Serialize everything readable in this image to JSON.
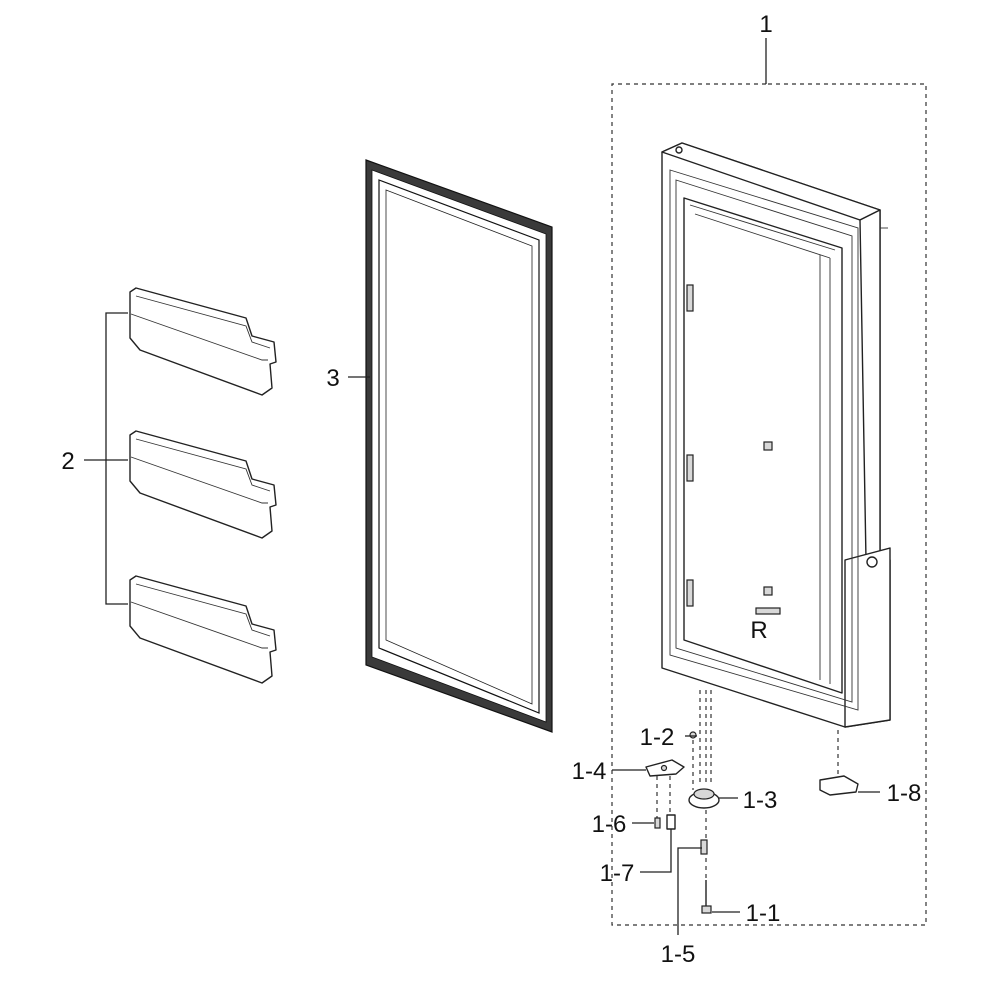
{
  "diagram": {
    "callouts": {
      "c1": "1",
      "c2": "2",
      "c3": "3",
      "c1_1": "1-1",
      "c1_2": "1-2",
      "c1_3": "1-3",
      "c1_4": "1-4",
      "c1_5": "1-5",
      "c1_6": "1-6",
      "c1_7": "1-7",
      "c1_8": "1-8"
    },
    "door_marking": "R",
    "colors": {
      "line": "#222222",
      "gasket": "#3a3a3a",
      "background": "#ffffff"
    }
  }
}
